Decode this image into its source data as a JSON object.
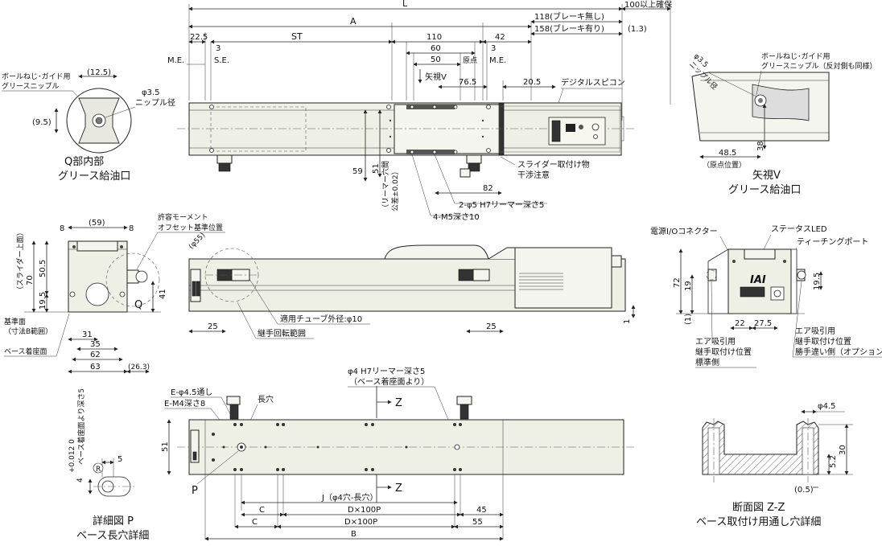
{
  "top_view": {
    "dim_L": "L",
    "dim_A": "A",
    "dim_ST": "ST",
    "dim_225": "22.5",
    "dim_3_left": "3",
    "label_me_left": "M.E.",
    "label_se": "S.E.",
    "dim_110": "110",
    "dim_60": "60",
    "dim_50": "50",
    "dim_42": "42",
    "dim_3_right": "3",
    "label_origin": "原点",
    "label_me_right": "M.E.",
    "dim_100": "100以上確保",
    "dim_118": "118(ブレーキ無し)",
    "dim_158": "158(ブレーキ有り)",
    "dim_13": "(1.3)",
    "arrow_v": "矢視V",
    "dim_765": "76.5",
    "dim_205": "20.5",
    "label_digital": "デジタルスピコン",
    "dim_59": "59",
    "dim_51": "51",
    "reamer_note_a": "（リーマー穴間",
    "reamer_note_b": "公差±0.02）",
    "dim_82": "82",
    "label_slider": "スライダー取付け物",
    "label_interference": "干渉注意",
    "label_reamer": "2-φ5 H7リーマー深さ5",
    "label_m5": "4-M5深さ10"
  },
  "detail_q": {
    "label_grease_a": "ボールねじ･ガイド用",
    "label_grease_b": "グリースニップル",
    "dim_125": "(12.5)",
    "dim_95": "(9.5)",
    "dim_phi35": "φ3.5",
    "label_nipple": "ニップル径",
    "title_a": "Q部内部",
    "title_b": "グリース給油口"
  },
  "view_v": {
    "dim_phi35": "φ3.5",
    "label_nipple": "ニップル径",
    "label_grease_a": "ボールねじ･ガイド用",
    "label_grease_b": "グリースニップル（反対側も同様）",
    "dim_38": "38",
    "dim_485": "48.5",
    "label_origin": "（原点位置）",
    "title_a": "矢視V",
    "title_b": "グリース給油口"
  },
  "end_view": {
    "dim_59": "(59)",
    "dim_8_left": "8",
    "dim_8_right": "8",
    "dim_70": "70",
    "label_slider_top": "（スライダー上面）",
    "dim_505": "50.5",
    "dim_195": "19.5",
    "dim_41": "41",
    "label_q": "Q",
    "label_ref_a": "基準面",
    "label_ref_b": "（寸法B範囲）",
    "label_base": "ベース着座面",
    "dim_31": "31",
    "dim_35": "35",
    "dim_62": "62",
    "dim_63": "63",
    "dim_263": "(26.3)"
  },
  "side_view": {
    "label_moment_a": "許容モーメント",
    "label_moment_b": "オフセット基準位置",
    "dim_phi55": "(φ55)",
    "dim_25_left": "25",
    "dim_25_right": "25",
    "dim_1": "1",
    "label_tube": "適用チューブ外径:φ10",
    "label_joint": "継手回転範囲"
  },
  "motor_end": {
    "label_power": "電源I/Oコネクター",
    "label_status": "ステータスLED",
    "label_teaching": "ティーチングポート",
    "logo": "IAI",
    "dim_72": "72",
    "dim_19": "19",
    "dim_195": "19.5",
    "dim_1": "(1)",
    "dim_22": "22",
    "dim_275": "27.5",
    "label_air_std_a": "エア吸引用",
    "label_air_std_b": "継手取付け位置",
    "label_air_std_c": "標準側",
    "label_air_opt_a": "エア吸引用",
    "label_air_opt_b": "継手取付け位置",
    "label_air_opt_c": "勝手違い側（オプション）"
  },
  "bottom_view": {
    "label_e45": "E-φ4.5通し",
    "label_em4": "E-M4深さ8",
    "label_slot": "長穴",
    "label_phi4_a": "φ4 H7リーマー深さ5",
    "label_phi4_b": "（ベース着座面より）",
    "label_z_top": "Z",
    "label_z_bottom": "Z",
    "dim_51": "51",
    "label_p": "P",
    "dim_j": "J（φ4穴-長穴）",
    "dim_c1": "C",
    "dim_d1": "D×100P",
    "dim_45": "45",
    "dim_c2": "C",
    "dim_d2": "D×100P",
    "dim_55": "55",
    "dim_b": "B"
  },
  "detail_p": {
    "dim_4": "4",
    "dim_tol": "+0.012 0",
    "label_depth": "ベース着座面より深さ5",
    "dim_5": "5",
    "dim_r": "R",
    "title_a": "詳細図 P",
    "title_b": "ベース長穴詳細"
  },
  "section_z": {
    "dim_phi45": "φ4.5",
    "dim_52": "5.2",
    "dim_30": "30",
    "dim_05": "(0.5)",
    "title_a": "断面図 Z-Z",
    "title_b": "ベース取付け用通し穴詳細"
  }
}
